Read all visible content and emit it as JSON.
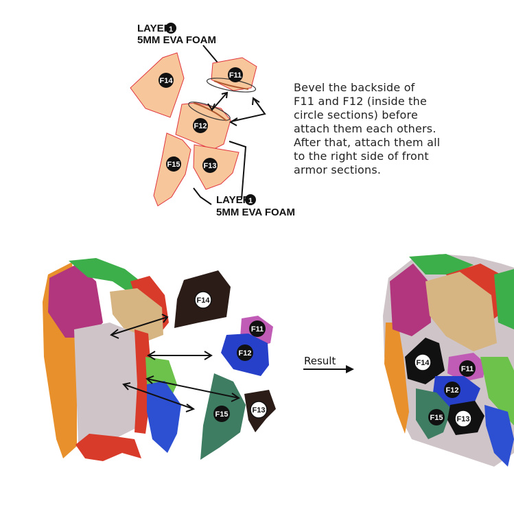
{
  "layer_label_top": {
    "line1": "LAYER",
    "num": "1",
    "line2": "5MM EVA FOAM"
  },
  "layer_label_bottom": {
    "line1": "LAYER",
    "num": "1",
    "line2": "5MM EVA FOAM"
  },
  "instructions": [
    "Bevel the backside of",
    "F11 and F12 (inside the",
    "circle sections) before",
    "attach them each others.",
    "After that, attach them all",
    "to the right side of front",
    "armor sections."
  ],
  "template_pieces": {
    "f14": "F14",
    "f11": "F11",
    "f12": "F12",
    "f15": "F15",
    "f13": "F13"
  },
  "exploded_pieces": {
    "f14": "F14",
    "f11": "F11",
    "f12": "F12",
    "f15": "F15",
    "f13": "F13"
  },
  "result_pieces": {
    "f14": "F14",
    "f11": "F11",
    "f12": "F12",
    "f15": "F15",
    "f13": "F13"
  },
  "result_label": "Result",
  "colors": {
    "template_fill": "#f7c69b",
    "template_stroke": "#e0343c",
    "f14": "#2b1c17",
    "f11": "#c05cb5",
    "f12": "#2740c9",
    "f15": "#3f7d63",
    "f13": "#2b1c17",
    "armor_green": "#3caf4b",
    "armor_red": "#d93b2b",
    "armor_tan": "#d6b583",
    "armor_magenta": "#b2367d",
    "armor_orange": "#e8902c",
    "armor_light": "#cfc4c7",
    "armor_blue": "#2d4fd1"
  }
}
